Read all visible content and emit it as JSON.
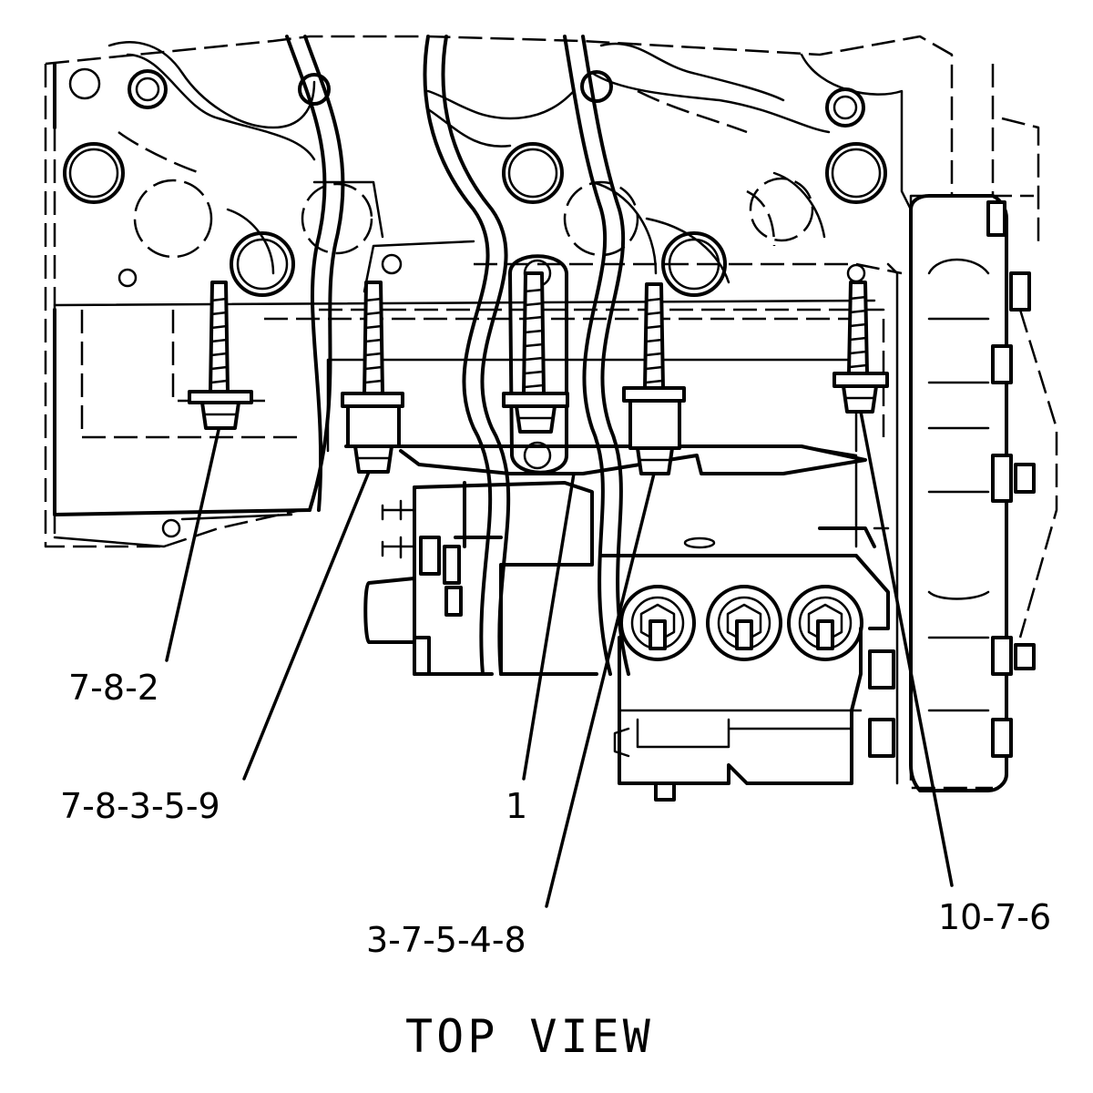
{
  "diagram": {
    "view_title": "TOP VIEW",
    "callouts": [
      {
        "id": "c1",
        "text": "7-8-2"
      },
      {
        "id": "c2",
        "text": "7-8-3-5-9"
      },
      {
        "id": "c3",
        "text": "1"
      },
      {
        "id": "c4",
        "text": "3-7-5-4-8"
      },
      {
        "id": "c5",
        "text": "10-7-6"
      }
    ]
  }
}
